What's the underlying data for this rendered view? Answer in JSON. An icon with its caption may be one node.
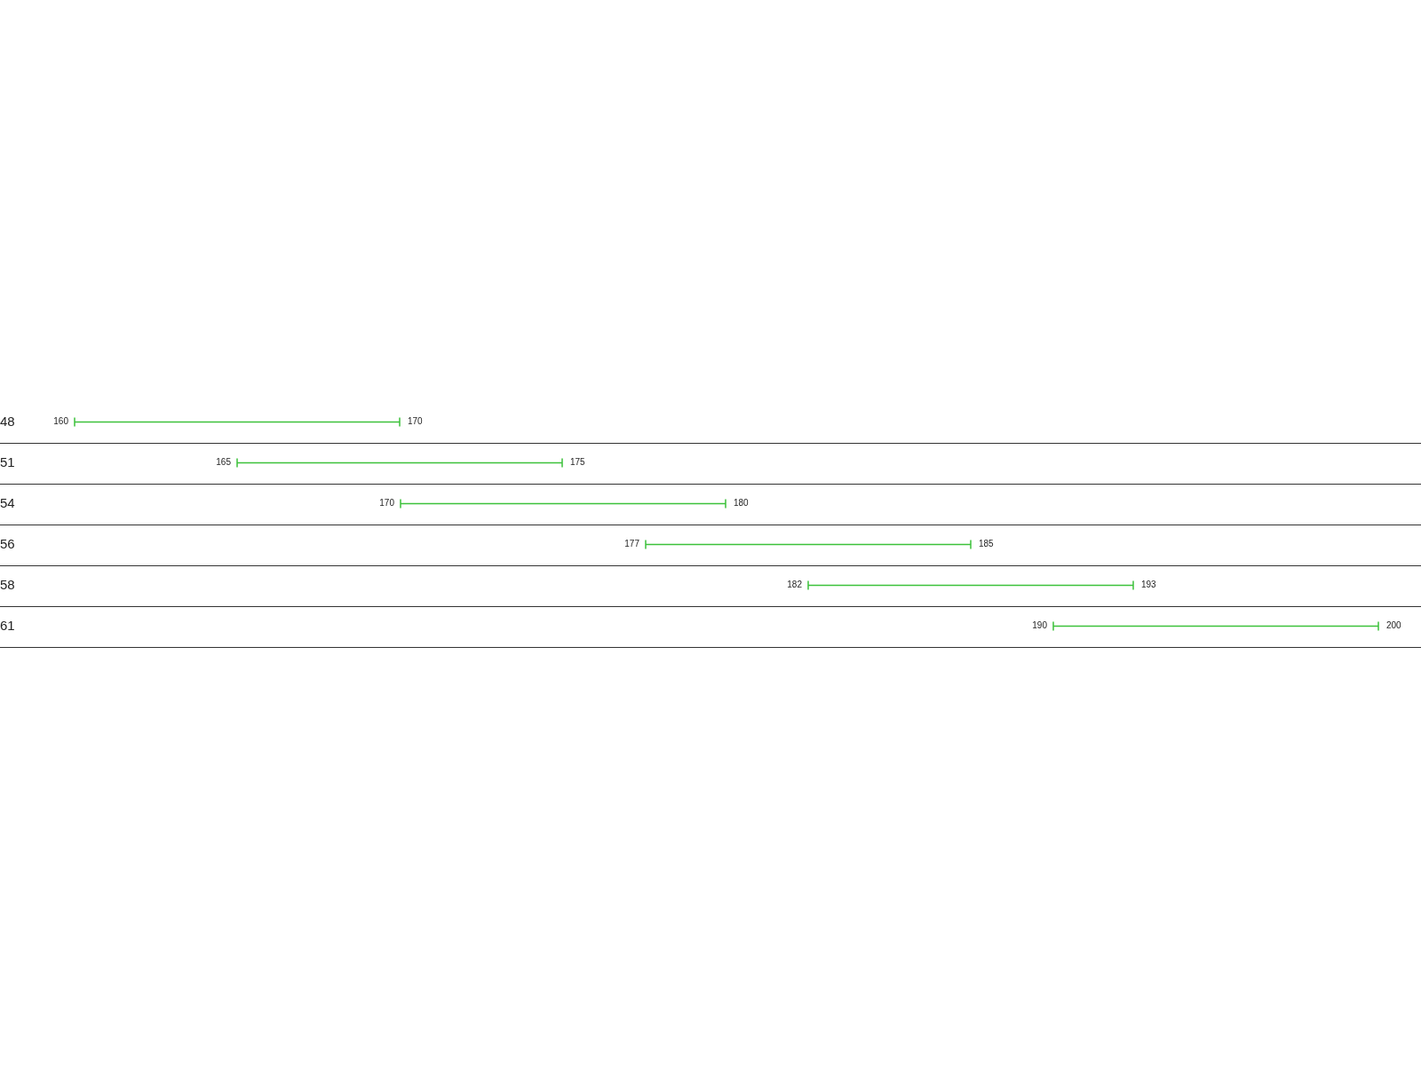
{
  "diagram": {
    "labels": [
      "48",
      "160",
      "170",
      "51",
      "165",
      "175",
      "54",
      "170",
      "180",
      "56",
      "177",
      "185",
      "58",
      "182",
      "193",
      "61",
      "190",
      "200"
    ]
  }
}
